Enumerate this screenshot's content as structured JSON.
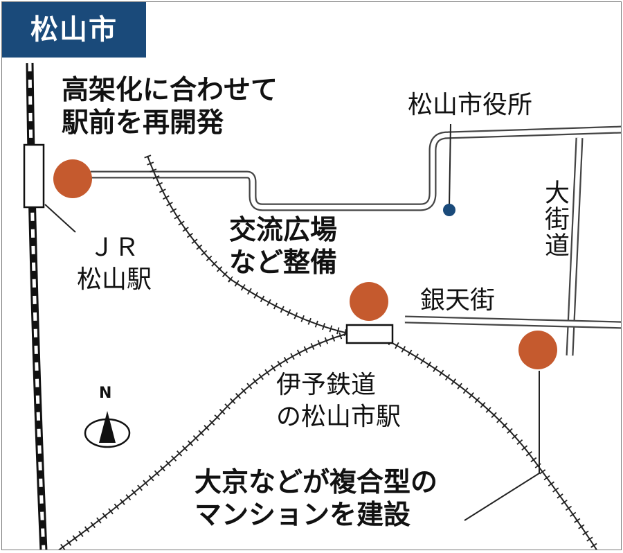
{
  "title": "松山市",
  "labels": {
    "elevated_line1": "高架化に合わせて",
    "elevated_line2": "駅前を再開発",
    "city_hall": "松山市役所",
    "jr_line1": "ＪＲ",
    "jr_line2": "松山駅",
    "plaza_line1": "交流広場",
    "plaza_line2": "など整備",
    "gintengai": "銀天街",
    "okaido": "大街道",
    "iyo_line1": "伊予鉄道",
    "iyo_line2": "の松山市駅",
    "daikyo_line1": "大京などが複合型の",
    "daikyo_line2": "マンションを建設",
    "north": "N"
  },
  "colors": {
    "title_bg": "#1a4a7a",
    "marker_orange": "#c55a2e",
    "city_hall_dot": "#1a4a7a"
  },
  "icons": [
    "north-arrow-icon"
  ]
}
